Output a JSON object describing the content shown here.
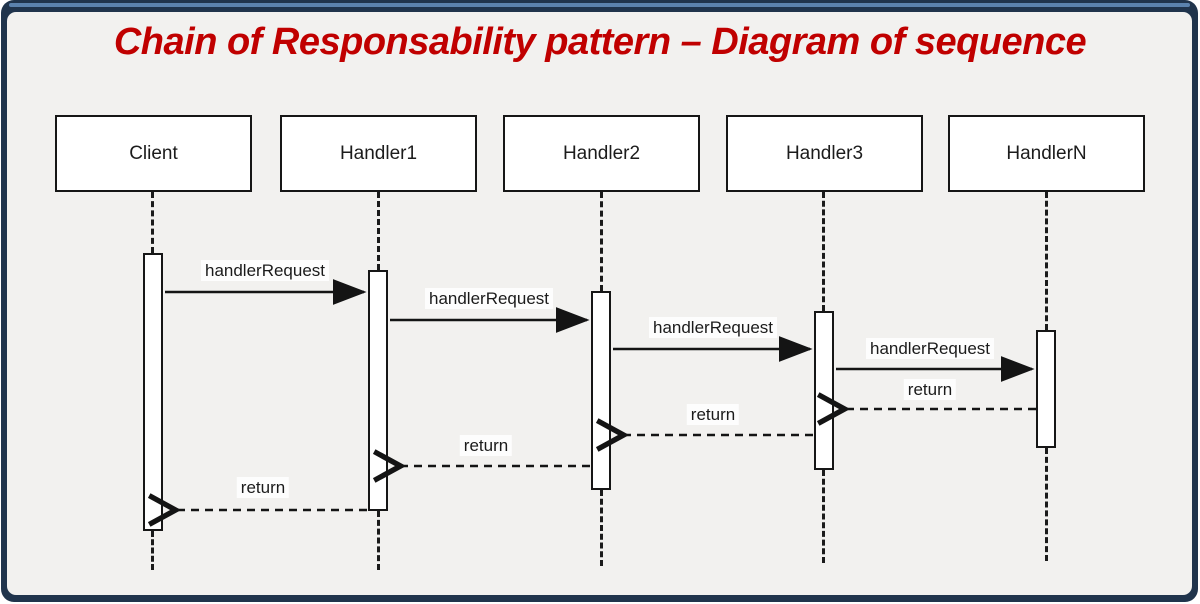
{
  "frame": {
    "border_color": "#20344c",
    "top_stripe_color": "#5b82ad",
    "canvas_background": "#f2f1ef"
  },
  "title": {
    "text": "Chain of Responsability pattern – Diagram of sequence",
    "color": "#c00000"
  },
  "diagram": {
    "type": "uml-sequence-diagram",
    "actors": [
      {
        "label": "Client"
      },
      {
        "label": "Handler1"
      },
      {
        "label": "Handler2"
      },
      {
        "label": "Handler3"
      },
      {
        "label": "HandlerN"
      }
    ],
    "messages": [
      {
        "label": "handlerRequest",
        "type": "request",
        "from": "Client",
        "to": "Handler1"
      },
      {
        "label": "handlerRequest",
        "type": "request",
        "from": "Handler1",
        "to": "Handler2"
      },
      {
        "label": "handlerRequest",
        "type": "request",
        "from": "Handler2",
        "to": "Handler3"
      },
      {
        "label": "handlerRequest",
        "type": "request",
        "from": "Handler3",
        "to": "HandlerN"
      },
      {
        "label": "return",
        "type": "return",
        "from": "HandlerN",
        "to": "Handler3"
      },
      {
        "label": "return",
        "type": "return",
        "from": "Handler3",
        "to": "Handler2"
      },
      {
        "label": "return",
        "type": "return",
        "from": "Handler2",
        "to": "Handler1"
      },
      {
        "label": "return",
        "type": "return",
        "from": "Handler1",
        "to": "Client"
      }
    ]
  }
}
